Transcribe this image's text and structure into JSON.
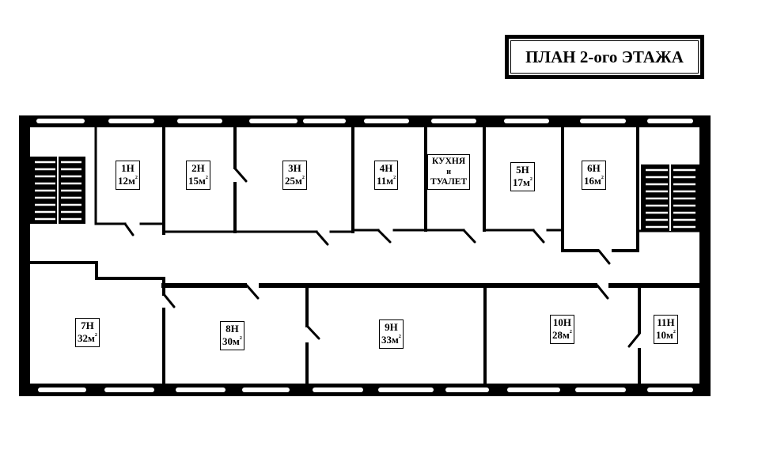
{
  "title": "ПЛАН 2-ого ЭТАЖА",
  "area_unit": "м",
  "area_superscript": "2",
  "rooms": [
    {
      "id": "1H",
      "label": "1Н",
      "area": "12"
    },
    {
      "id": "2H",
      "label": "2Н",
      "area": "15"
    },
    {
      "id": "3H",
      "label": "3Н",
      "area": "25"
    },
    {
      "id": "4H",
      "label": "4Н",
      "area": "11"
    },
    {
      "id": "5H",
      "label": "5Н",
      "area": "17"
    },
    {
      "id": "6H",
      "label": "6Н",
      "area": "16"
    },
    {
      "id": "7H",
      "label": "7Н",
      "area": "32"
    },
    {
      "id": "8H",
      "label": "8Н",
      "area": "30"
    },
    {
      "id": "9H",
      "label": "9Н",
      "area": "33"
    },
    {
      "id": "10H",
      "label": "10Н",
      "area": "28"
    },
    {
      "id": "11H",
      "label": "11Н",
      "area": "10"
    }
  ],
  "kitchen": {
    "line1": "КУХНЯ",
    "line2": "и",
    "line3": "ТУАЛЕТ"
  },
  "colors": {
    "wall": "#000000",
    "background": "#ffffff",
    "window": "#ffffff"
  }
}
